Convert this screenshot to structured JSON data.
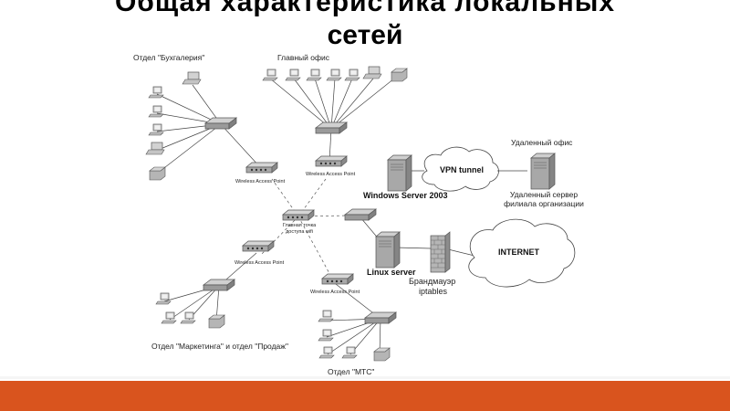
{
  "slide": {
    "title_line1": "Общая  характеристика  локальных",
    "title_line2": "сетей"
  },
  "labels": {
    "accounting": "Отдел \"Бухгалерия\"",
    "main_office": "Главный офис",
    "remote_office": "Удаленный офис",
    "vpn": "VPN tunnel",
    "windows_server": "Windows Server 2003",
    "remote_server_1": "Удаленный сервер",
    "remote_server_2": "филиала организации",
    "wap": "Wireless Access Point",
    "main_ap_1": "Главная точка",
    "main_ap_2": "доступа wifi",
    "linux": "Linux server",
    "firewall_1": "Брандмауэр",
    "firewall_2": "iptables",
    "internet": "INTERNET",
    "marketing": "Отдел \"Маркетинга\" и отдел \"Продаж\"",
    "mts": "Отдел \"МТС\""
  },
  "colors": {
    "footer": "#d9541e",
    "device": "#b8b8b8",
    "line": "#444444"
  }
}
